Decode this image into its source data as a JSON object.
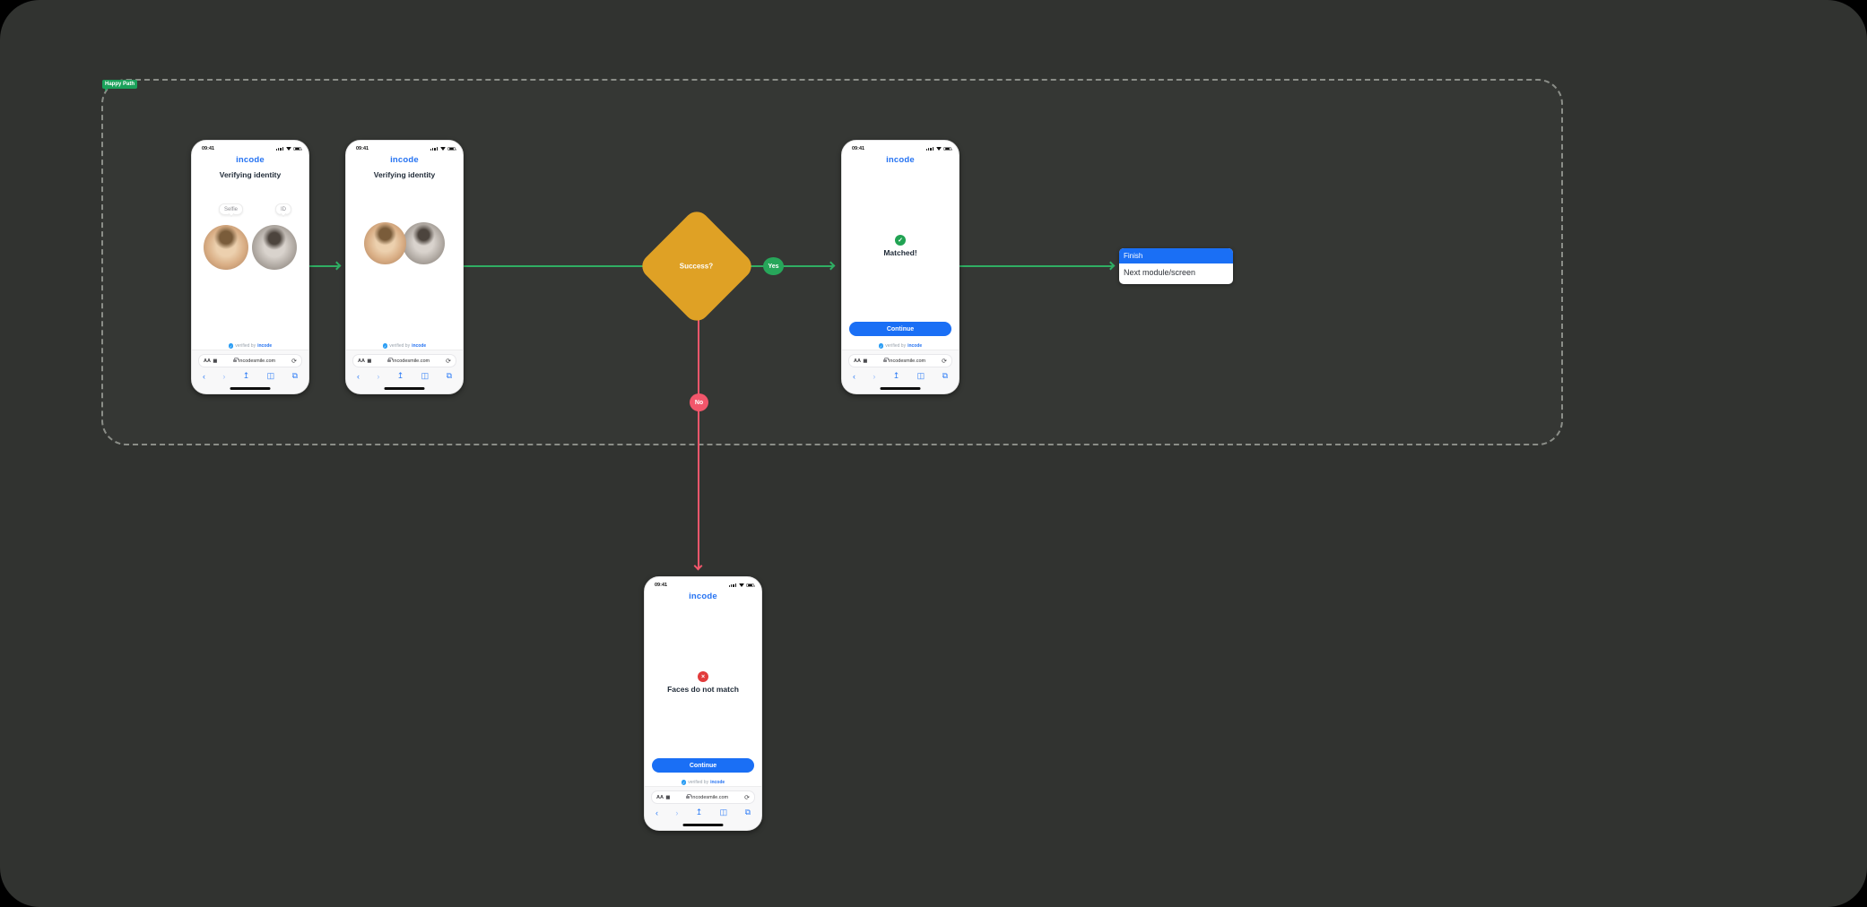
{
  "section": {
    "label": "Happy Path"
  },
  "decision": {
    "label": "Success?"
  },
  "edges": {
    "yes_label": "Yes",
    "no_label": "No"
  },
  "finish_card": {
    "header": "Finish",
    "body": "Next module/screen"
  },
  "phone_common": {
    "time": "09:41",
    "logo": "incode",
    "verified_prefix": "verified by",
    "verified_brand": "incode",
    "url": "incodesmile.com",
    "aa_label": "AA"
  },
  "phones": [
    {
      "title": "Verifying identity",
      "selfie_label": "Selfie",
      "id_label": "ID"
    },
    {
      "title": "Verifying identity"
    },
    {
      "status": "Matched!",
      "button": "Continue"
    },
    {
      "status": "Faces do not match",
      "button": "Continue"
    }
  ],
  "icons": {
    "back": "‹",
    "forward": "›",
    "share": "↥",
    "bookmarks": "◫",
    "tabs": "⧉",
    "reload": "⟳",
    "check": "✓",
    "cross": "×",
    "extensions": "▦"
  },
  "colors": {
    "canvas": "#313330",
    "section_border": "#8b8e88",
    "tag_green": "#1aa15a",
    "flow_green": "#2fae63",
    "flow_red": "#f2566b",
    "diamond_amber": "#dfa125",
    "action_blue": "#1a6ff5",
    "logo_blue": "#2472f2"
  }
}
